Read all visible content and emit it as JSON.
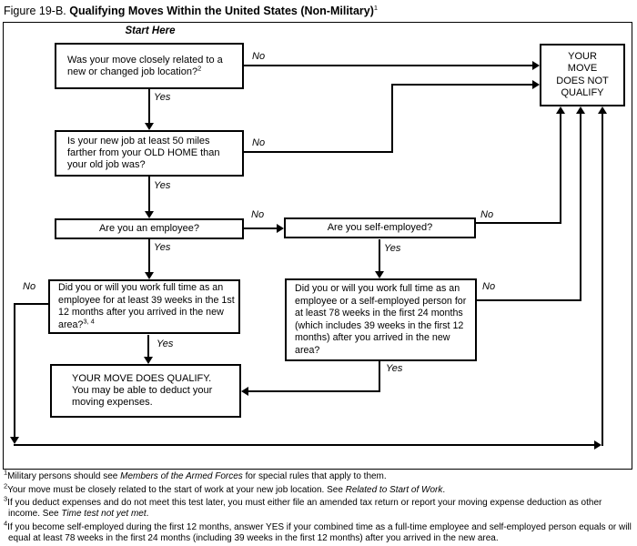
{
  "title": {
    "prefix": "Figure 19-B.",
    "main": "Qualifying Moves Within the United States (Non-Military)",
    "sup": "1"
  },
  "labels": {
    "start_here": "Start Here",
    "yes": "Yes",
    "no": "No"
  },
  "nodes": {
    "q1": {
      "text": "Was your move closely related to a new or changed job location?",
      "sup": "2"
    },
    "q2": {
      "text": "Is your new job at least 50 miles farther from your OLD HOME than your old job was?"
    },
    "q3": {
      "text": "Are you an employee?"
    },
    "q4": {
      "text": "Are you self-employed?"
    },
    "q5": {
      "text": "Did you or will you work full time as an employee for at least 39 weeks in the 1st 12 months after you arrived in the new area?",
      "sup": "3, 4"
    },
    "q6": {
      "text": "Did you or will you work full time as an employee or a self-employed person for at least 78 weeks in the first 24 months (which includes 39 weeks in the first 12 months) after you arrived in the new area?"
    },
    "does_not_qualify": {
      "lines": [
        "YOUR",
        "MOVE",
        "DOES NOT",
        "QUALIFY"
      ]
    },
    "qualify": {
      "line1": "YOUR MOVE DOES QUALIFY.",
      "line2": "You may be able to deduct your moving expenses."
    }
  },
  "footnotes": [
    {
      "marker": "1",
      "pre": "Military persons should see ",
      "italic": "Members of the Armed Forces",
      "post": " for special rules that apply to them."
    },
    {
      "marker": "2",
      "pre": "Your move must be closely related to the start of work at your new job location. See ",
      "italic": "Related to Start of Work",
      "post": "."
    },
    {
      "marker": "3",
      "pre": "If you deduct expenses and do not meet this test later, you must either file an amended tax return or report your moving expense deduction as other income. See ",
      "italic": "Time test not yet met",
      "post": "."
    },
    {
      "marker": "4",
      "pre": "If you become self-employed during the first 12 months, answer YES if your combined time as a full-time employee and self-employed person equals or will equal at least 78 weeks in the first 24 months (including 39 weeks in the first 12 months) after you arrived in the new area.",
      "italic": "",
      "post": ""
    }
  ]
}
